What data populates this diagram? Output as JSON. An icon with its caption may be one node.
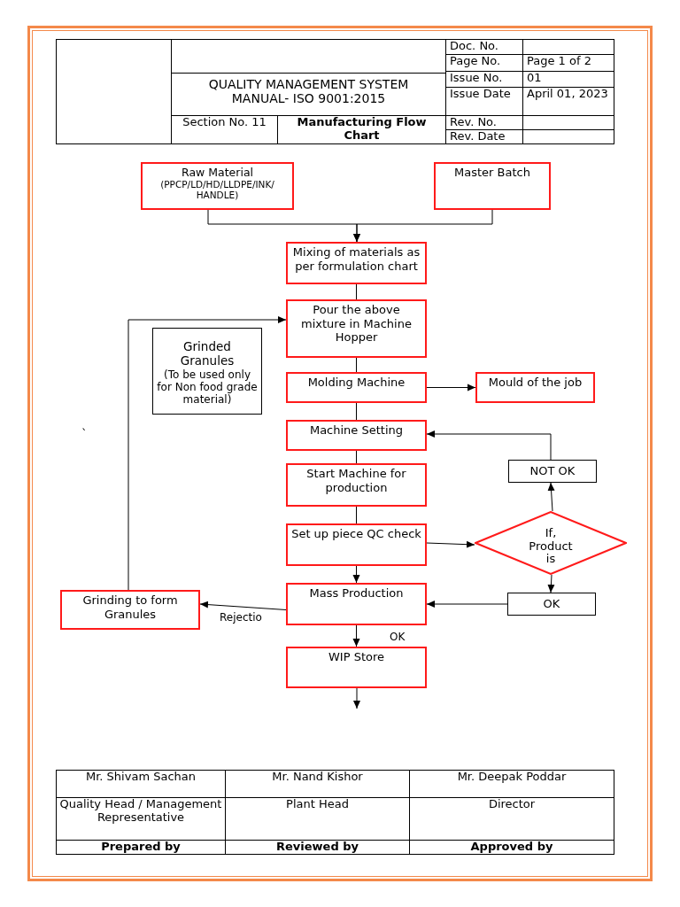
{
  "diagram": {
    "nodes": [
      {
        "text": [
          "Raw Material",
          "(PPCP/LD/HD/LLDPE/INK/ HANDLE)"
        ]
      },
      {
        "text": [
          "Master Batch"
        ]
      },
      {
        "text": [
          "Mixing of materials as per formulation chart"
        ]
      },
      {
        "text": [
          "Pour the above mixture in Machine Hopper"
        ]
      },
      {
        "text": [
          "Grinded Granules",
          "(To be used only for Non food grade material)"
        ]
      },
      {
        "text": [
          "Molding Machine"
        ]
      },
      {
        "text": [
          "Mould of the job"
        ]
      },
      {
        "text": [
          "Machine Setting"
        ]
      },
      {
        "text": [
          "NOT OK"
        ]
      },
      {
        "text": [
          "Start Machine for production"
        ]
      },
      {
        "text": [
          "Set up piece QC check"
        ]
      },
      {
        "text": [
          "If, Product is"
        ]
      },
      {
        "text": [
          "Grinding to form Granules"
        ]
      },
      {
        "text": [
          "Mass Production"
        ]
      },
      {
        "text": [
          "OK"
        ]
      },
      {
        "text": [
          "WIP Store"
        ]
      }
    ],
    "edges": [
      {
        "from": 0,
        "to": 2,
        "arrow": "to"
      },
      {
        "from": 1,
        "to": 2,
        "arrow": "to"
      },
      {
        "from": 2,
        "to": 3,
        "arrow": "none"
      },
      {
        "from": 3,
        "to": 5,
        "arrow": "none"
      },
      {
        "from": 5,
        "to": 6,
        "arrow": "to"
      },
      {
        "from": 5,
        "to": 7,
        "arrow": "none"
      },
      {
        "from": 7,
        "to": 9,
        "arrow": "none"
      },
      {
        "from": 9,
        "to": 10,
        "arrow": "none"
      },
      {
        "from": 10,
        "to": 13,
        "arrow": "to"
      },
      {
        "from": 10,
        "to": 11,
        "arrow": "to"
      },
      {
        "from": 11,
        "to": 8,
        "arrow": "to"
      },
      {
        "from": 8,
        "to": 7,
        "arrow": "to"
      },
      {
        "from": 11,
        "to": 14,
        "arrow": "to"
      },
      {
        "from": 14,
        "to": 13,
        "arrow": "to"
      },
      {
        "from": 13,
        "to": 12,
        "arrow": "to",
        "label": "Rejectio"
      },
      {
        "from": 12,
        "to": 3,
        "arrow": "to"
      },
      {
        "from": 13,
        "to": 15,
        "arrow": "to",
        "label": "OK"
      },
      {
        "from": 15,
        "to": null,
        "arrow": "to"
      }
    ],
    "labels": [
      "Doc. No.",
      "Page No.",
      "Page 1 of 2",
      "QUALITY MANAGEMENT SYSTEM MANUAL- ISO 9001:2015",
      "Issue No.",
      "01",
      "Issue Date",
      "April 01, 2023",
      "Section No. 11",
      "Manufacturing Flow Chart",
      "Rev. No.",
      "Rev. Date",
      "`",
      "Mr. Shivam Sachan",
      "Mr. Nand Kishor",
      "Mr. Deepak Poddar",
      "Quality Head / Management Representative",
      "Plant Head",
      "Director",
      "Prepared by",
      "Reviewed by",
      "Approved by"
    ]
  }
}
